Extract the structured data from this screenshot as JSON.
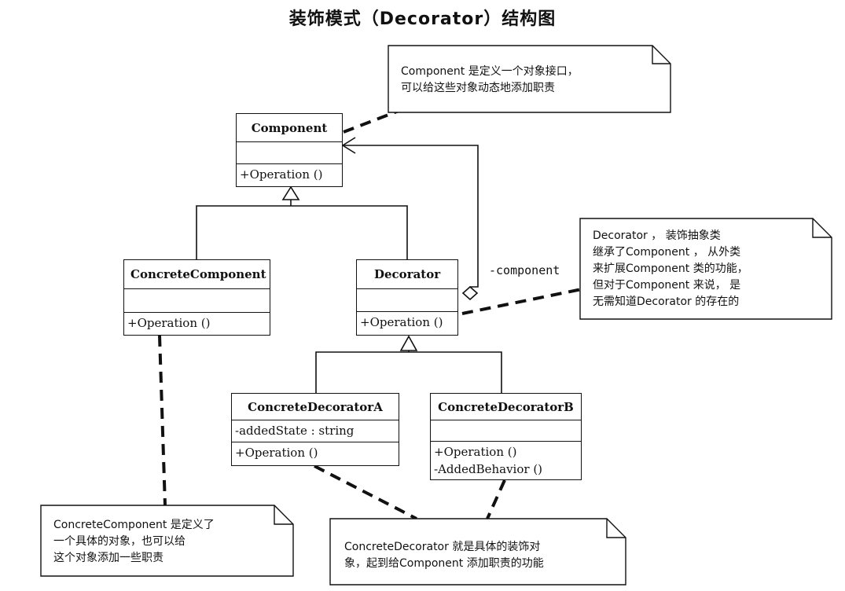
{
  "title": "装饰模式（Decorator）结构图",
  "classes": {
    "component": {
      "name": "Component",
      "attributes": [],
      "operations": [
        "+Operation ()"
      ]
    },
    "concrete_component": {
      "name": "ConcreteComponent",
      "attributes": [],
      "operations": [
        "+Operation ()"
      ]
    },
    "decorator": {
      "name": "Decorator",
      "attributes": [],
      "operations": [
        "+Operation ()"
      ]
    },
    "concrete_decorator_a": {
      "name": "ConcreteDecoratorA",
      "attributes": [
        "-addedState : string"
      ],
      "operations": [
        "+Operation ()"
      ]
    },
    "concrete_decorator_b": {
      "name": "ConcreteDecoratorB",
      "attributes": [],
      "operations": [
        "+Operation ()",
        "-AddedBehavior ()"
      ]
    }
  },
  "association_label": "-component",
  "notes": {
    "component_note": [
      "Component 是定义一个对象接口，",
      "可以给这些对象动态地添加职责"
    ],
    "decorator_note": [
      "Decorator ， 装饰抽象类",
      "继承了Component ， 从外类",
      "来扩展Component 类的功能，",
      "但对于Component 来说， 是",
      "无需知道Decorator 的存在的"
    ],
    "concrete_component_note": [
      "ConcreteComponent 是定义了",
      "一个具体的对象，也可以给",
      "这个对象添加一些职责"
    ],
    "concrete_decorator_note": [
      "ConcreteDecorator 就是具体的装饰对",
      "象，起到给Component 添加职责的功能"
    ]
  }
}
